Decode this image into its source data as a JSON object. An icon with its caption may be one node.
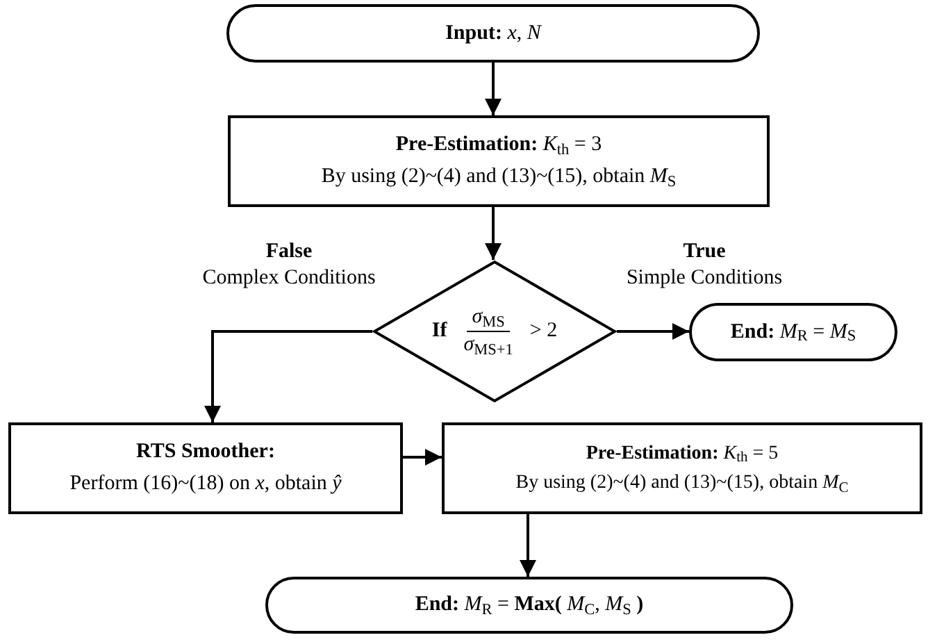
{
  "diagram": {
    "nodes": [
      {
        "text": [
          "**Input:** *x*, *N*"
        ]
      },
      {
        "text": [
          "**Pre-Estimation:** *K*$_{th}$ = 3",
          "By using (2)~(4) and (13)~(15), obtain *M*$_{S}$"
        ]
      },
      {
        "text": [
          "If",
          "*σ*$_{MS}$",
          "*σ*$_{MS+1}$",
          "> 2"
        ]
      },
      {
        "text": [
          "**End:** *M*$_{R}$ = *M*$_{S}$"
        ]
      },
      {
        "text": [
          "**RTS Smoother:**",
          "Perform (16)~(18) on *x*, obtain *ŷ*"
        ]
      },
      {
        "text": [
          "**Pre-Estimation:** *K*$_{th}$ = 5",
          "By using (2)~(4) and (13)~(15), obtain *M*$_{C}$"
        ]
      },
      {
        "text": [
          "**End:** *M*$_{R}$ = **Max(** *M*$_{C}$, *M*$_{S}$ **)**"
        ]
      }
    ],
    "edges": [
      {
        "from": 0,
        "to": 1,
        "arrow": "to"
      },
      {
        "from": 1,
        "to": 2,
        "arrow": "to"
      },
      {
        "from": 2,
        "to": 3,
        "arrow": "to",
        "label": "**True** Simple Conditions"
      },
      {
        "from": 2,
        "to": 4,
        "arrow": "to",
        "label": "**False** Complex Conditions"
      },
      {
        "from": 4,
        "to": 5,
        "arrow": "to"
      },
      {
        "from": 5,
        "to": 6,
        "arrow": "to"
      }
    ]
  }
}
